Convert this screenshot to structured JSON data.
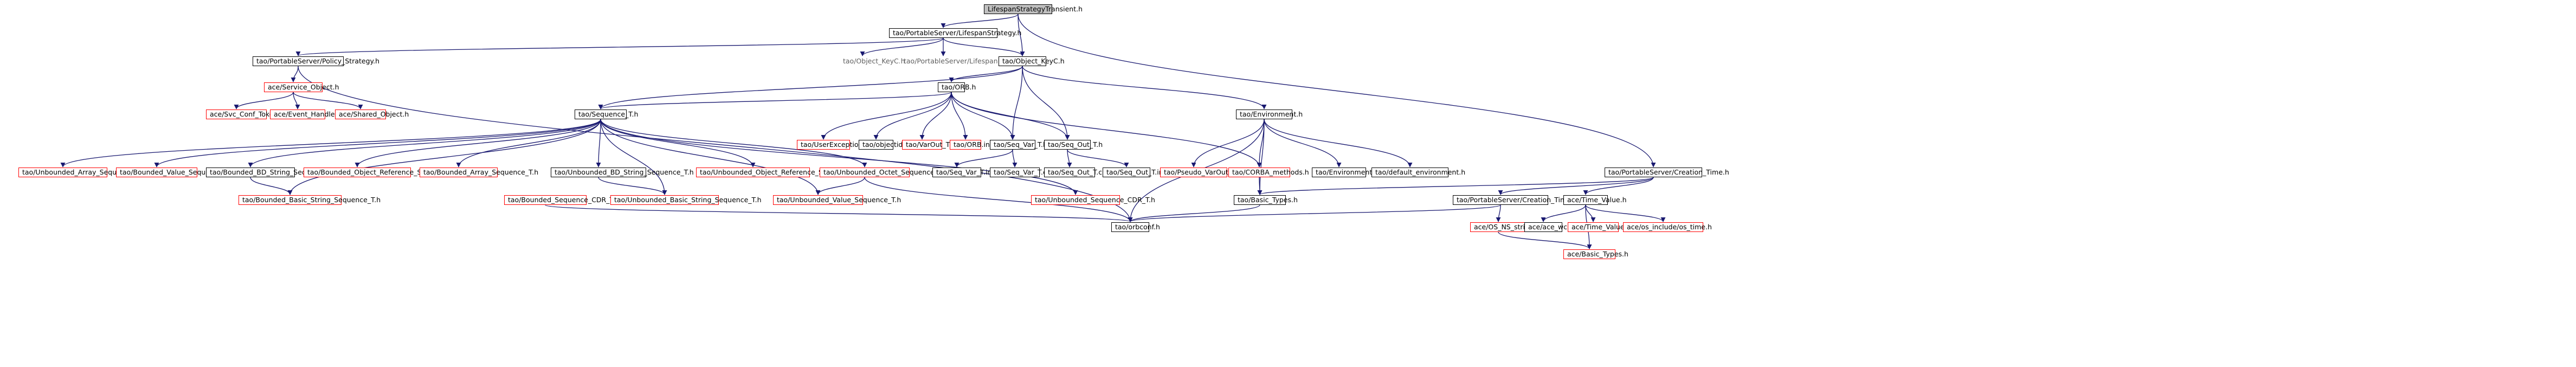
{
  "nodes": {
    "root": "LifespanStrategyTransient.h",
    "lifespan_strategy": "tao/PortableServer/LifespanStrategy.h",
    "policy_strategy": "tao/PortableServer/Policy_Strategy.h",
    "object_keyc_h_gray": "tao/Object_KeyC.h",
    "lifespan_policy_c": "tao/PortableServer/LifespanPolicyC.h",
    "object_keyc": "tao/Object_KeyC.h",
    "creation_time_h": "tao/PortableServer/Creation_Time.h",
    "service_object": "ace/Service_Object.h",
    "svc_conf_tokens": "ace/Svc_Conf_Tokens.h",
    "event_handler": "ace/Event_Handler.h",
    "shared_object": "ace/Shared_Object.h",
    "orb_h": "tao/ORB.h",
    "environment_h": "tao/Environment.h",
    "sequence_t": "tao/Sequence_T.h",
    "user_exception": "tao/UserException.h",
    "objectid": "tao/objectid.h",
    "varout_t": "tao/VarOut_T.h",
    "orb_inl": "tao/ORB.inl",
    "seq_var_t": "tao/Seq_Var_T.h",
    "seq_out_t": "tao/Seq_Out_T.h",
    "unbounded_array_seq": "tao/Unbounded_Array_Sequence_T.h",
    "bounded_value_seq": "tao/Bounded_Value_Sequence_T.h",
    "bounded_bd_string_seq": "tao/Bounded_BD_String_Sequence_T.h",
    "bounded_object_ref_seq": "tao/Bounded_Object_Reference_Sequence_T.h",
    "bounded_array_seq": "tao/Bounded_Array_Sequence_T.h",
    "unbounded_bd_string_seq": "tao/Unbounded_BD_String_Sequence_T.h",
    "unbounded_object_ref_seq": "tao/Unbounded_Object_Reference_Sequence_T.h",
    "unbounded_octet_seq": "tao/Unbounded_Octet_Sequence_T.h",
    "seq_var_t_inl": "tao/Seq_Var_T.inl",
    "seq_var_t_cpp": "tao/Seq_Var_T.cpp",
    "seq_out_t_cpp": "tao/Seq_Out_T.cpp",
    "seq_out_t_inl": "tao/Seq_Out_T.inl",
    "pseudo_varout": "tao/Pseudo_VarOut_T.h",
    "corba_methods": "tao/CORBA_methods.h",
    "environment_inl": "tao/Environment.inl",
    "default_environment": "tao/default_environment.h",
    "creation_time_inl": "tao/PortableServer/Creation_Time.inl",
    "time_value": "ace/Time_Value.h",
    "bounded_basic_string_seq": "tao/Bounded_Basic_String_Sequence_T.h",
    "bounded_seq_cdr": "tao/Bounded_Sequence_CDR_T.h",
    "unbounded_basic_string_seq": "tao/Unbounded_Basic_String_Sequence_T.h",
    "unbounded_value_seq": "tao/Unbounded_Value_Sequence_T.h",
    "unbounded_seq_cdr": "tao/Unbounded_Sequence_CDR_T.h",
    "basic_types": "tao/Basic_Types.h",
    "os_ns_string": "ace/OS_NS_string.h",
    "ace_ace_wchar": "ace/ace_wchar.h",
    "ace_time_value_inl": "ace/Time_Value.inl",
    "os_include_time": "ace/os_include/os_time.h",
    "orbconf": "tao/orbconf.h",
    "ace_basic_types": "ace/Basic_Types.h"
  },
  "colors": {
    "edge": "#191970",
    "red_border": "#ff0000",
    "root_fill": "#bfbfbf"
  }
}
